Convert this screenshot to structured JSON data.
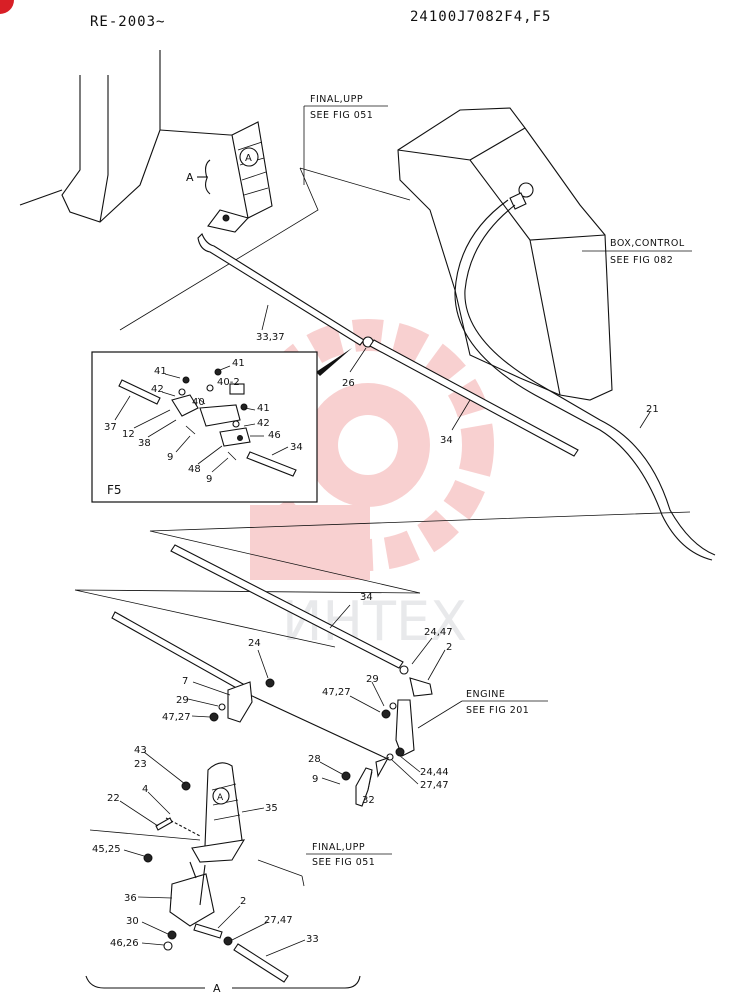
{
  "header": {
    "model": "RE-2003~",
    "code": "24100J7082F4,F5"
  },
  "references": {
    "final_upp_1": "FINAL,UPP",
    "see_fig_051_1": "SEE FIG 051",
    "box_control": "BOX,CONTROL",
    "see_fig_082": "SEE FIG 082",
    "engine": "ENGINE",
    "see_fig_201": "SEE FIG 201",
    "final_upp_2": "FINAL,UPP",
    "see_fig_051_2": "SEE FIG 051"
  },
  "detail_frame": {
    "label": "F5"
  },
  "view_marker": "A",
  "watermark": "ИНТЕХ",
  "callouts": {
    "a_top": "A",
    "c33_37": "33,37",
    "c26": "26",
    "c34_top": "34",
    "c21": "21",
    "f5_41a": "41",
    "f5_41b": "41",
    "f5_40_2": "40-2",
    "f5_42a": "42",
    "f5_40": "40",
    "f5_37": "37",
    "f5_12": "12",
    "f5_38": "38",
    "f5_41c": "41",
    "f5_42b": "42",
    "f5_46": "46",
    "f5_34": "34",
    "f5_9a": "9",
    "f5_48": "48",
    "f5_9b": "9",
    "c34_mid": "34",
    "c24": "24",
    "c24_47": "24,47",
    "c2_top": "2",
    "c7": "7",
    "c29_left": "29",
    "c47_27_left": "47,27",
    "c29_right": "29",
    "c47_27_right": "47,27",
    "c28": "28",
    "c9": "9",
    "c32": "32",
    "c24_44": "24,44",
    "c27_47_mid": "27,47",
    "c43": "43",
    "c23": "23",
    "c4": "4",
    "c22": "22",
    "c35": "35",
    "c45_25": "45,25",
    "c36": "36",
    "c30": "30",
    "c46_26": "46,26",
    "c2_bottom": "2",
    "c27_47_bottom": "27,47",
    "c33": "33",
    "a_bottom": "A"
  }
}
